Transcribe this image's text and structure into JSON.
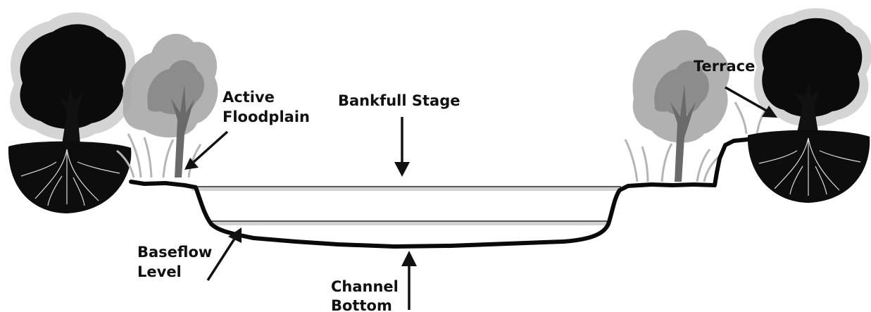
{
  "labels": {
    "active_floodplain_line1": "Active",
    "active_floodplain_line2": "Floodplain",
    "bankfull_stage": "Bankfull Stage",
    "terrace": "Terrace",
    "baseflow_level_line1": "Baseflow",
    "baseflow_level_line2": "Level",
    "channel_bottom_line1": "Channel",
    "channel_bottom_line2": "Bottom"
  },
  "illustrations": {
    "left_tree": "dark-tree-with-root-ball",
    "right_tree": "dark-tree-with-root-ball",
    "left_shrub": "gray-leafy-shrub",
    "right_shrub": "gray-leafy-shrub",
    "grass": "grass-tufts"
  },
  "colors": {
    "ground": "#000000",
    "foliage_dark": "#0a0a0a",
    "foliage_gray": "#9a9a9a",
    "halo": "#cfcfcf",
    "water_line": "#555555"
  }
}
